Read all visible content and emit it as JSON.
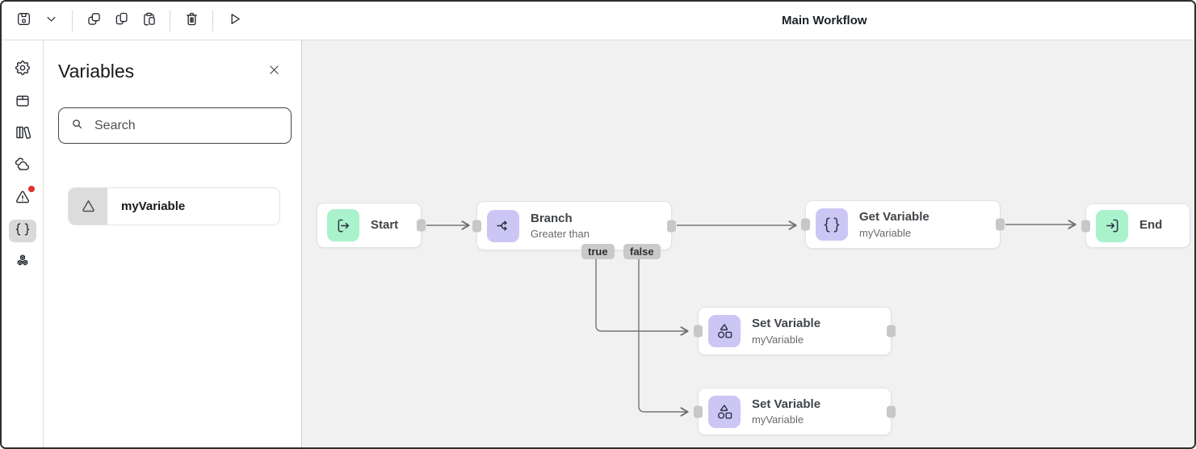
{
  "window": {
    "title": "Main Workflow"
  },
  "toolbar": {
    "buttons": [
      {
        "label": "Save",
        "icon": "save-icon"
      },
      {
        "label": "Save options",
        "icon": "chevron-down-icon"
      },
      {
        "label": "Duplicate",
        "icon": "duplicate-icon"
      },
      {
        "label": "Copy",
        "icon": "copy-icon"
      },
      {
        "label": "Paste",
        "icon": "paste-icon"
      },
      {
        "label": "Delete",
        "icon": "trash-icon"
      },
      {
        "label": "Run",
        "icon": "play-icon"
      }
    ]
  },
  "rail": {
    "items": [
      {
        "icon": "gear-icon",
        "active": false,
        "badge": false
      },
      {
        "icon": "package-icon",
        "active": false,
        "badge": false
      },
      {
        "icon": "library-icon",
        "active": false,
        "badge": false
      },
      {
        "icon": "clouds-icon",
        "active": false,
        "badge": false
      },
      {
        "icon": "warning-icon",
        "active": false,
        "badge": true
      },
      {
        "icon": "braces-icon",
        "active": true,
        "badge": false
      },
      {
        "icon": "cubes-icon",
        "active": false,
        "badge": false
      }
    ]
  },
  "panel": {
    "title": "Variables",
    "close_icon": "close-icon",
    "search": {
      "placeholder": "Search",
      "value": "",
      "icon": "search-icon"
    },
    "variables": [
      {
        "name": "myVariable",
        "icon": "triangle-icon"
      }
    ]
  },
  "canvas": {
    "nodes": [
      {
        "id": "start",
        "title": "Start",
        "icon": "start-icon",
        "accent": "green"
      },
      {
        "id": "branch",
        "title": "Branch",
        "subtitle": "Greater than",
        "icon": "branch-icon",
        "accent": "purple",
        "outputs": [
          "true",
          "false"
        ]
      },
      {
        "id": "get-variable",
        "title": "Get Variable",
        "subtitle": "myVariable",
        "icon": "braces-icon",
        "accent": "purple"
      },
      {
        "id": "end",
        "title": "End",
        "icon": "end-icon",
        "accent": "green"
      },
      {
        "id": "set-variable-true",
        "title": "Set Variable",
        "subtitle": "myVariable",
        "icon": "shapes-icon",
        "accent": "purple"
      },
      {
        "id": "set-variable-false",
        "title": "Set Variable",
        "subtitle": "myVariable",
        "icon": "shapes-icon",
        "accent": "purple"
      }
    ],
    "edges": [
      {
        "from": "start",
        "to": "branch"
      },
      {
        "from": "branch",
        "to": "get-variable"
      },
      {
        "from": "get-variable",
        "to": "end"
      },
      {
        "from": "branch",
        "output": "true",
        "to": "set-variable-true"
      },
      {
        "from": "branch",
        "output": "false",
        "to": "set-variable-false"
      }
    ]
  },
  "colors": {
    "accent_green": "#a9f2cb",
    "accent_purple": "#ccc6f5",
    "canvas_bg": "#f1f1f2",
    "badge_gray": "#c9c9c9",
    "alert_red": "#e03131",
    "edge_gray": "#757575"
  }
}
